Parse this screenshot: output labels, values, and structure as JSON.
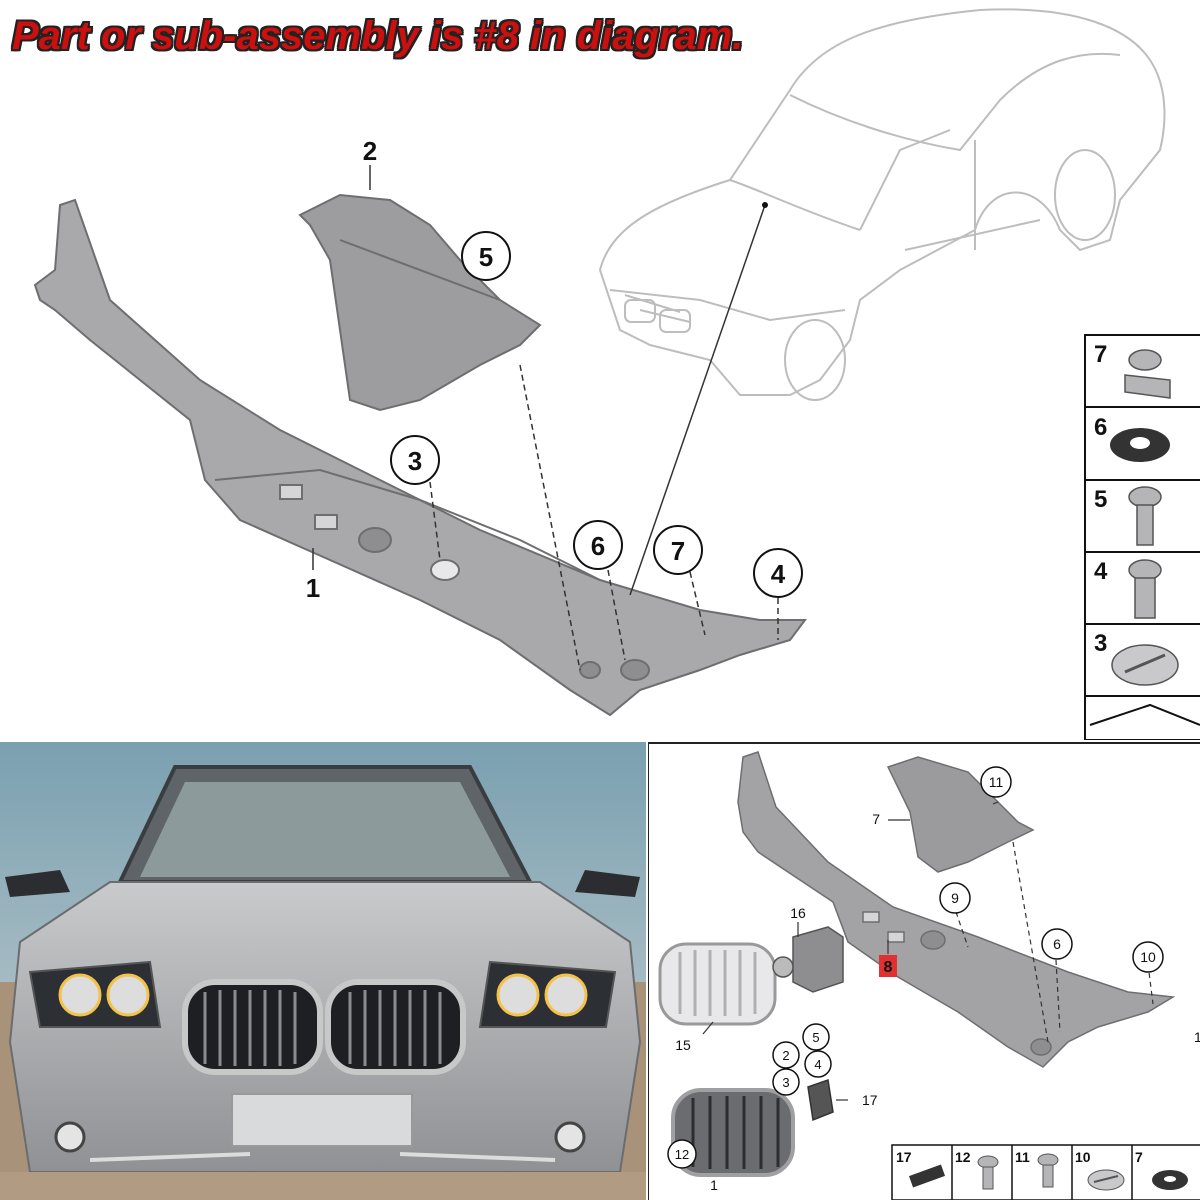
{
  "headline": "Part or sub-assembly is #8 in diagram.",
  "top_diagram": {
    "callouts": [
      "1",
      "2",
      "3",
      "4",
      "5",
      "6",
      "7"
    ],
    "parts_column": [
      "7",
      "6",
      "5",
      "4",
      "3"
    ]
  },
  "bottom_diagram": {
    "highlight": "8",
    "callouts": [
      "1",
      "2",
      "3",
      "4",
      "5",
      "6",
      "7",
      "9",
      "10",
      "11",
      "12",
      "15",
      "16",
      "17"
    ],
    "parts_row": [
      "17",
      "12",
      "11",
      "10",
      "7"
    ],
    "partial_label": "1"
  },
  "colors": {
    "headline": "#cc1010",
    "highlight": "#e03030",
    "part_fill": "#a9a9ab",
    "part_stroke": "#6e6e70"
  }
}
